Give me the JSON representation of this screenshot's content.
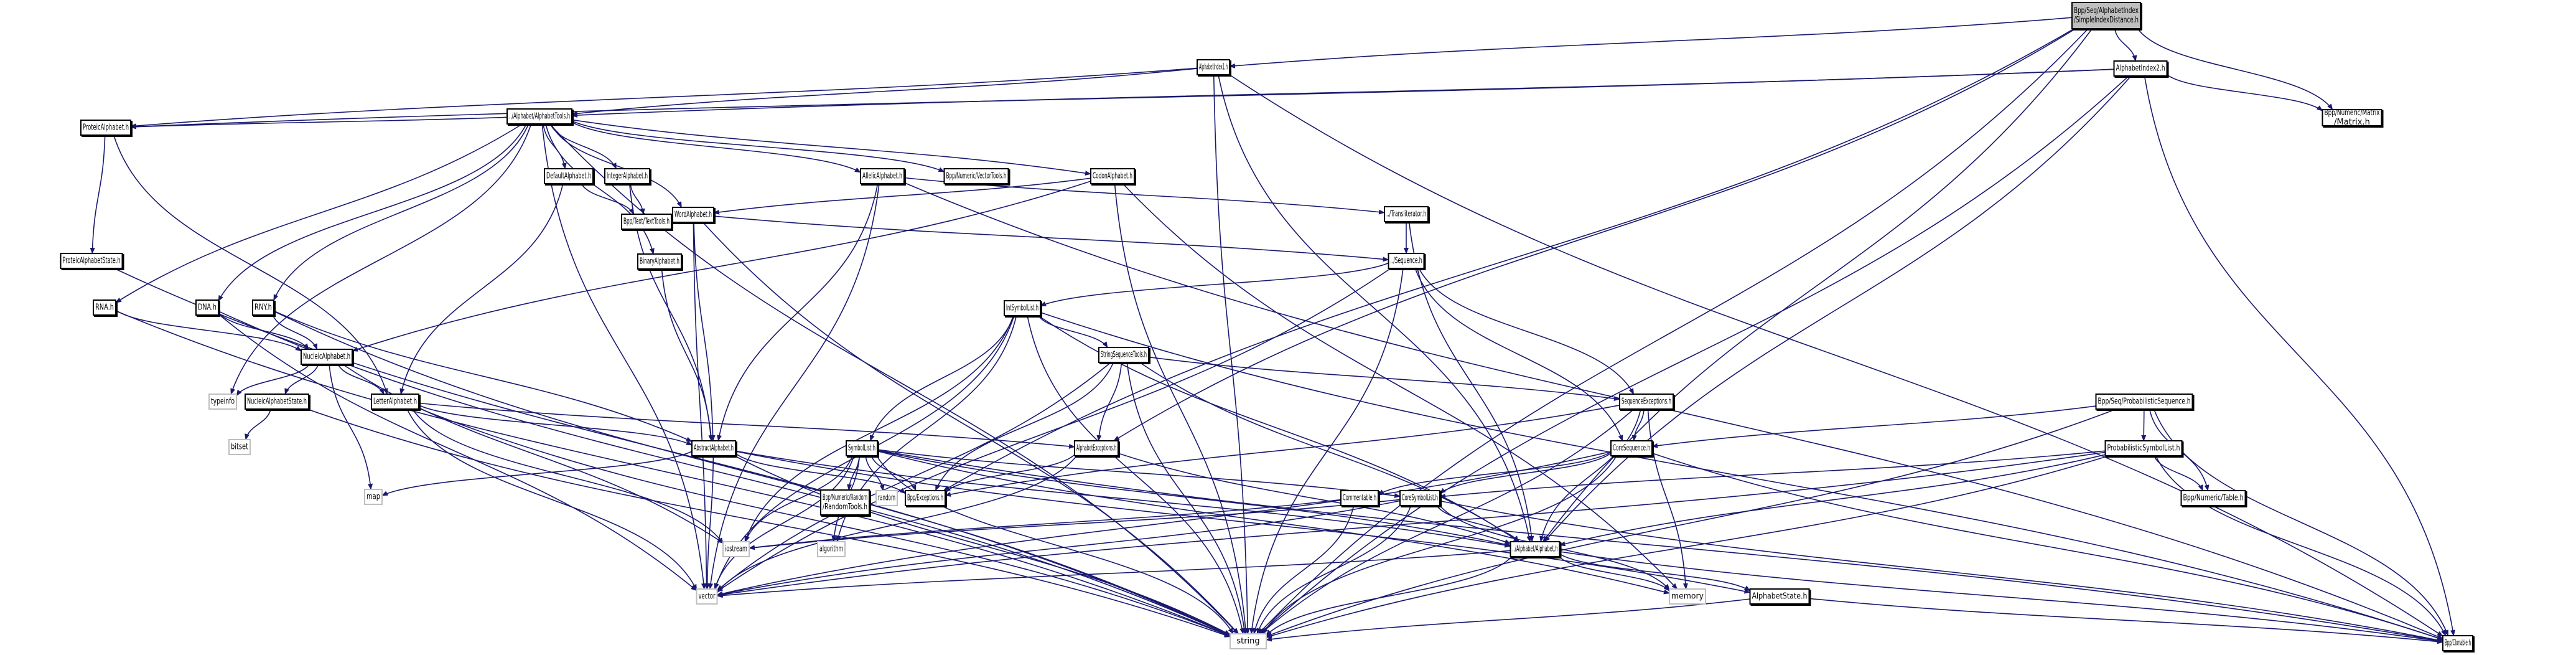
{
  "title": "Include dependency graph for SimpleIndexDistance.h",
  "colors": {
    "edge": "#191970",
    "root_fill": "#bfbfbf",
    "internal_border": "#000000",
    "external_border": "#bfbfbf"
  },
  "nodes": [
    {
      "id": "root",
      "label": [
        "Bpp/Seq/AlphabetIndex",
        "/SimpleIndexDistance.h"
      ],
      "kind": "root"
    },
    {
      "id": "ai1",
      "label": [
        "AlphabetIndex1.h"
      ],
      "kind": "internal"
    },
    {
      "id": "ai2",
      "label": [
        "AlphabetIndex2.h"
      ],
      "kind": "internal"
    },
    {
      "id": "matrix",
      "label": [
        "Bpp/Numeric/Matrix",
        "/Matrix.h"
      ],
      "kind": "internal"
    },
    {
      "id": "atools",
      "label": [
        "../Alphabet/AlphabetTools.h"
      ],
      "kind": "internal"
    },
    {
      "id": "proteic",
      "label": [
        "ProteicAlphabet.h"
      ],
      "kind": "internal"
    },
    {
      "id": "proteicstate",
      "label": [
        "ProteicAlphabetState.h"
      ],
      "kind": "internal"
    },
    {
      "id": "default",
      "label": [
        "DefaultAlphabet.h"
      ],
      "kind": "internal"
    },
    {
      "id": "integer",
      "label": [
        "IntegerAlphabet.h"
      ],
      "kind": "internal"
    },
    {
      "id": "texttools",
      "label": [
        "Bpp/Text/TextTools.h"
      ],
      "kind": "internal"
    },
    {
      "id": "allelic",
      "label": [
        "AllelicAlphabet.h"
      ],
      "kind": "internal"
    },
    {
      "id": "vectortools",
      "label": [
        "Bpp/Numeric/VectorTools.h"
      ],
      "kind": "internal"
    },
    {
      "id": "codon",
      "label": [
        "CodonAlphabet.h"
      ],
      "kind": "internal"
    },
    {
      "id": "word",
      "label": [
        "WordAlphabet.h"
      ],
      "kind": "internal"
    },
    {
      "id": "binary",
      "label": [
        "BinaryAlphabet.h"
      ],
      "kind": "internal"
    },
    {
      "id": "translit",
      "label": [
        "../Transliterator.h"
      ],
      "kind": "internal"
    },
    {
      "id": "sequence",
      "label": [
        "../Sequence.h"
      ],
      "kind": "internal"
    },
    {
      "id": "rna",
      "label": [
        "RNA.h"
      ],
      "kind": "internal"
    },
    {
      "id": "dna",
      "label": [
        "DNA.h"
      ],
      "kind": "internal"
    },
    {
      "id": "rny",
      "label": [
        "RNY.h"
      ],
      "kind": "internal"
    },
    {
      "id": "nucleic",
      "label": [
        "NucleicAlphabet.h"
      ],
      "kind": "internal"
    },
    {
      "id": "typeinfo",
      "label": [
        "typeinfo"
      ],
      "kind": "external"
    },
    {
      "id": "nucleicstate",
      "label": [
        "NucleicAlphabetState.h"
      ],
      "kind": "internal"
    },
    {
      "id": "bitset",
      "label": [
        "bitset"
      ],
      "kind": "external"
    },
    {
      "id": "letter",
      "label": [
        "LetterAlphabet.h"
      ],
      "kind": "internal"
    },
    {
      "id": "map",
      "label": [
        "map"
      ],
      "kind": "external"
    },
    {
      "id": "abstract",
      "label": [
        "AbstractAlphabet.h"
      ],
      "kind": "internal"
    },
    {
      "id": "intsymbol",
      "label": [
        "IntSymbolList.h"
      ],
      "kind": "internal"
    },
    {
      "id": "strseqtools",
      "label": [
        "StringSequenceTools.h"
      ],
      "kind": "internal"
    },
    {
      "id": "symbollist",
      "label": [
        "SymbolList.h"
      ],
      "kind": "internal"
    },
    {
      "id": "randomtools",
      "label": [
        "Bpp/Numeric/Random",
        "/RandomTools.h"
      ],
      "kind": "internal"
    },
    {
      "id": "random",
      "label": [
        "random"
      ],
      "kind": "external"
    },
    {
      "id": "exceptions",
      "label": [
        "Bpp/Exceptions.h"
      ],
      "kind": "internal"
    },
    {
      "id": "alphexc",
      "label": [
        "AlphabetExceptions.h"
      ],
      "kind": "internal"
    },
    {
      "id": "seqexc",
      "label": [
        "SequenceExceptions.h"
      ],
      "kind": "internal"
    },
    {
      "id": "coreseq",
      "label": [
        "CoreSequence.h"
      ],
      "kind": "internal"
    },
    {
      "id": "commentable",
      "label": [
        "Commentable.h"
      ],
      "kind": "internal"
    },
    {
      "id": "coresym",
      "label": [
        "CoreSymbolList.h"
      ],
      "kind": "internal"
    },
    {
      "id": "alphabet",
      "label": [
        "../Alphabet/Alphabet.h"
      ],
      "kind": "internal"
    },
    {
      "id": "alphstate",
      "label": [
        "AlphabetState.h"
      ],
      "kind": "internal"
    },
    {
      "id": "memory",
      "label": [
        "memory"
      ],
      "kind": "external"
    },
    {
      "id": "probseq",
      "label": [
        "Bpp/Seq/ProbabilisticSequence.h"
      ],
      "kind": "internal"
    },
    {
      "id": "probsym",
      "label": [
        "ProbabilisticSymbolList.h"
      ],
      "kind": "internal"
    },
    {
      "id": "table",
      "label": [
        "Bpp/Numeric/Table.h"
      ],
      "kind": "internal"
    },
    {
      "id": "iostream",
      "label": [
        "iostream"
      ],
      "kind": "external"
    },
    {
      "id": "algorithm",
      "label": [
        "algorithm"
      ],
      "kind": "external"
    },
    {
      "id": "vector",
      "label": [
        "vector"
      ],
      "kind": "external"
    },
    {
      "id": "string",
      "label": [
        "string"
      ],
      "kind": "external"
    },
    {
      "id": "clonable",
      "label": [
        "Bpp/Clonable.h"
      ],
      "kind": "internal"
    }
  ],
  "edges": [
    [
      "root",
      "ai1"
    ],
    [
      "root",
      "ai2"
    ],
    [
      "root",
      "matrix"
    ],
    [
      "root",
      "string"
    ],
    [
      "root",
      "exceptions"
    ],
    [
      "root",
      "alphexc"
    ],
    [
      "root",
      "alphabet"
    ],
    [
      "ai1",
      "atools"
    ],
    [
      "ai1",
      "proteic"
    ],
    [
      "ai1",
      "string"
    ],
    [
      "ai1",
      "alphabet"
    ],
    [
      "ai1",
      "clonable"
    ],
    [
      "ai2",
      "atools"
    ],
    [
      "ai2",
      "proteic"
    ],
    [
      "ai2",
      "matrix"
    ],
    [
      "ai2",
      "string"
    ],
    [
      "ai2",
      "alphabet"
    ],
    [
      "ai2",
      "clonable"
    ],
    [
      "atools",
      "proteic"
    ],
    [
      "atools",
      "default"
    ],
    [
      "atools",
      "integer"
    ],
    [
      "atools",
      "allelic"
    ],
    [
      "atools",
      "vectortools"
    ],
    [
      "atools",
      "codon"
    ],
    [
      "atools",
      "word"
    ],
    [
      "atools",
      "binary"
    ],
    [
      "atools",
      "rna"
    ],
    [
      "atools",
      "dna"
    ],
    [
      "atools",
      "rny"
    ],
    [
      "atools",
      "typeinfo"
    ],
    [
      "atools",
      "string"
    ],
    [
      "atools",
      "vector"
    ],
    [
      "proteic",
      "proteicstate"
    ],
    [
      "proteic",
      "letter"
    ],
    [
      "proteicstate",
      "string"
    ],
    [
      "default",
      "texttools"
    ],
    [
      "default",
      "letter"
    ],
    [
      "integer",
      "texttools"
    ],
    [
      "integer",
      "abstract"
    ],
    [
      "allelic",
      "translit"
    ],
    [
      "allelic",
      "abstract"
    ],
    [
      "allelic",
      "vector"
    ],
    [
      "allelic",
      "clonable"
    ],
    [
      "codon",
      "word"
    ],
    [
      "codon",
      "nucleic"
    ],
    [
      "codon",
      "string"
    ],
    [
      "codon",
      "memory"
    ],
    [
      "word",
      "sequence"
    ],
    [
      "word",
      "abstract"
    ],
    [
      "word",
      "string"
    ],
    [
      "word",
      "vector"
    ],
    [
      "binary",
      "abstract"
    ],
    [
      "translit",
      "sequence"
    ],
    [
      "translit",
      "alphabet"
    ],
    [
      "sequence",
      "intsymbol"
    ],
    [
      "sequence",
      "seqexc"
    ],
    [
      "sequence",
      "coreseq"
    ],
    [
      "sequence",
      "string"
    ],
    [
      "sequence",
      "vector"
    ],
    [
      "rna",
      "nucleic"
    ],
    [
      "rna",
      "string"
    ],
    [
      "dna",
      "nucleic"
    ],
    [
      "dna",
      "string"
    ],
    [
      "dna",
      "vector"
    ],
    [
      "rny",
      "nucleic"
    ],
    [
      "rny",
      "abstract"
    ],
    [
      "rny",
      "string"
    ],
    [
      "nucleic",
      "typeinfo"
    ],
    [
      "nucleic",
      "nucleicstate"
    ],
    [
      "nucleic",
      "letter"
    ],
    [
      "nucleic",
      "map"
    ],
    [
      "nucleic",
      "iostream"
    ],
    [
      "nucleicstate",
      "bitset"
    ],
    [
      "nucleicstate",
      "string"
    ],
    [
      "letter",
      "abstract"
    ],
    [
      "letter",
      "alphexc"
    ],
    [
      "letter",
      "iostream"
    ],
    [
      "letter",
      "vector"
    ],
    [
      "letter",
      "string"
    ],
    [
      "abstract",
      "map"
    ],
    [
      "abstract",
      "exceptions"
    ],
    [
      "abstract",
      "alphabet"
    ],
    [
      "abstract",
      "alphstate"
    ],
    [
      "abstract",
      "vector"
    ],
    [
      "abstract",
      "string"
    ],
    [
      "intsymbol",
      "strseqtools"
    ],
    [
      "intsymbol",
      "symbollist"
    ],
    [
      "intsymbol",
      "alphabet"
    ],
    [
      "intsymbol",
      "iostream"
    ],
    [
      "intsymbol",
      "algorithm"
    ],
    [
      "intsymbol",
      "vector"
    ],
    [
      "intsymbol",
      "string"
    ],
    [
      "intsymbol",
      "clonable"
    ],
    [
      "strseqtools",
      "alphexc"
    ],
    [
      "strseqtools",
      "seqexc"
    ],
    [
      "strseqtools",
      "exceptions"
    ],
    [
      "strseqtools",
      "vector"
    ],
    [
      "strseqtools",
      "string"
    ],
    [
      "strseqtools",
      "alphabet"
    ],
    [
      "symbollist",
      "randomtools"
    ],
    [
      "symbollist",
      "random"
    ],
    [
      "symbollist",
      "exceptions"
    ],
    [
      "symbollist",
      "coresym"
    ],
    [
      "symbollist",
      "alphabet"
    ],
    [
      "symbollist",
      "iostream"
    ],
    [
      "symbollist",
      "algorithm"
    ],
    [
      "symbollist",
      "vector"
    ],
    [
      "symbollist",
      "string"
    ],
    [
      "symbollist",
      "clonable"
    ],
    [
      "symbollist",
      "memory"
    ],
    [
      "alphexc",
      "exceptions"
    ],
    [
      "alphexc",
      "alphabet"
    ],
    [
      "alphexc",
      "vector"
    ],
    [
      "seqexc",
      "exceptions"
    ],
    [
      "seqexc",
      "coreseq"
    ],
    [
      "seqexc",
      "alphabet"
    ],
    [
      "seqexc",
      "string"
    ],
    [
      "seqexc",
      "memory"
    ],
    [
      "coreseq",
      "commentable"
    ],
    [
      "coreseq",
      "coresym"
    ],
    [
      "coreseq",
      "vector"
    ],
    [
      "coreseq",
      "string"
    ],
    [
      "coreseq",
      "clonable"
    ],
    [
      "commentable",
      "string"
    ],
    [
      "commentable",
      "iostream"
    ],
    [
      "coresym",
      "alphabet"
    ],
    [
      "coresym",
      "iostream"
    ],
    [
      "coresym",
      "vector"
    ],
    [
      "coresym",
      "string"
    ],
    [
      "coresym",
      "memory"
    ],
    [
      "coresym",
      "clonable"
    ],
    [
      "alphabet",
      "alphstate"
    ],
    [
      "alphabet",
      "memory"
    ],
    [
      "alphabet",
      "string"
    ],
    [
      "alphabet",
      "vector"
    ],
    [
      "alphabet",
      "clonable"
    ],
    [
      "alphstate",
      "string"
    ],
    [
      "alphstate",
      "clonable"
    ],
    [
      "probseq",
      "coreseq"
    ],
    [
      "probseq",
      "probsym"
    ],
    [
      "probseq",
      "table"
    ],
    [
      "probseq",
      "string"
    ],
    [
      "probseq",
      "clonable"
    ],
    [
      "probsym",
      "coresym"
    ],
    [
      "probsym",
      "table"
    ],
    [
      "probsym",
      "alphabet"
    ],
    [
      "probsym",
      "vector"
    ],
    [
      "probsym",
      "string"
    ],
    [
      "probsym",
      "clonable"
    ]
  ]
}
